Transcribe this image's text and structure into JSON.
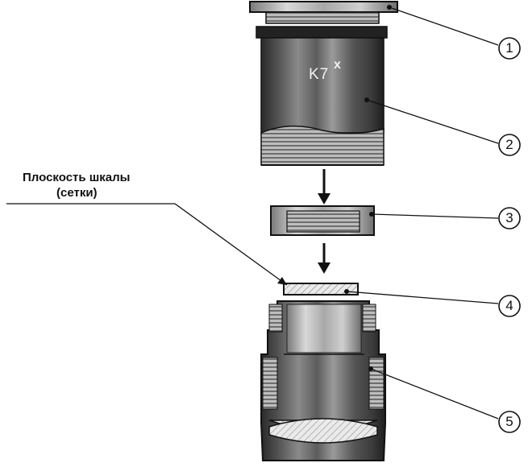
{
  "labels": {
    "plane_line1": "Плоскость шкалы",
    "plane_line2": "(сетки)",
    "engraving_main": "K7",
    "engraving_sup": "x"
  },
  "callouts": [
    {
      "number": "1"
    },
    {
      "number": "2"
    },
    {
      "number": "3"
    },
    {
      "number": "4"
    },
    {
      "number": "5"
    }
  ]
}
